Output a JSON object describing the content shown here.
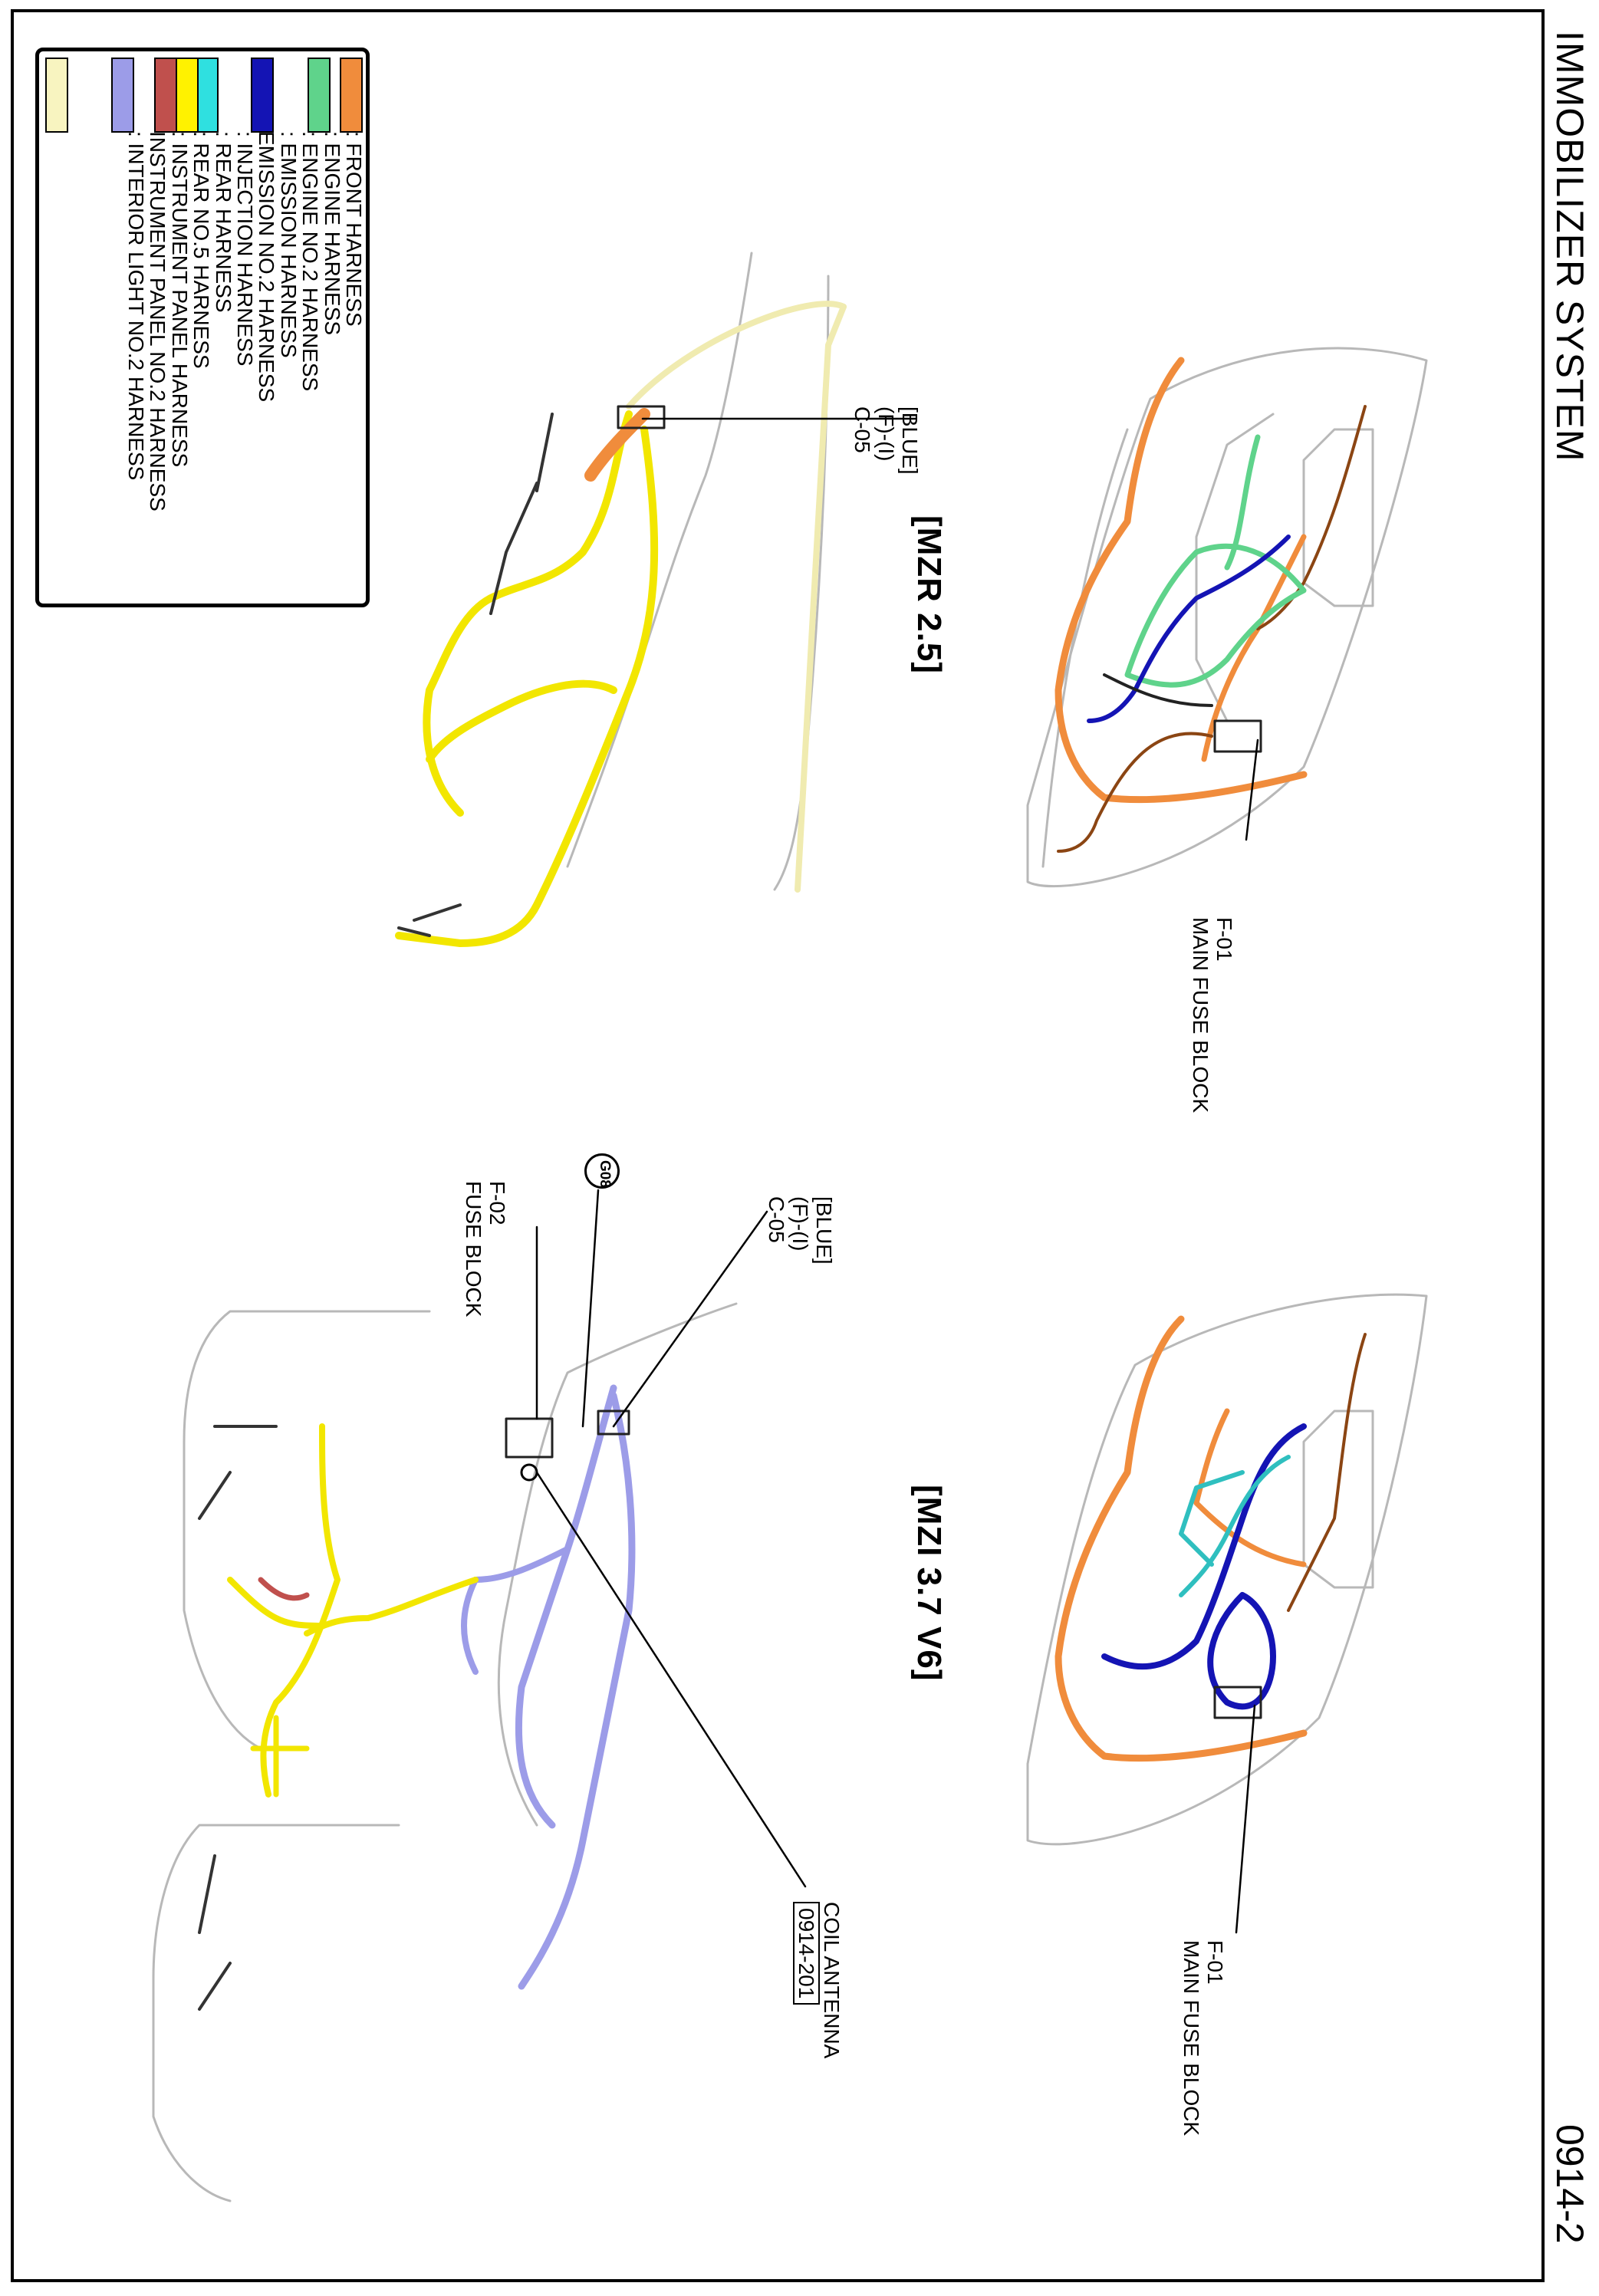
{
  "page": {
    "title": "IMMOBILIZER SYSTEM",
    "number": "0914-2"
  },
  "legend": {
    "items": [
      {
        "label": ": FRONT HARNESS",
        "color": "#F08C3C"
      },
      {
        "label": ": ENGINE HARNESS",
        "color": "#5FD38B"
      },
      {
        "label": ": ENGINE NO.2 HARNESS",
        "color": "#5FD38B"
      },
      {
        "label": ": EMISSION HARNESS",
        "color": "#1414B4"
      },
      {
        "label": "  EMISSION NO.2 HARNESS",
        "color": "#1414B4"
      },
      {
        "label": ": INJECTION HARNESS",
        "color": "#2FE0E0"
      },
      {
        "label": ": REAR HARNESS",
        "color": "#FFF200"
      },
      {
        "label": ": REAR NO.5 HARNESS",
        "color": "#C0504D"
      },
      {
        "label": ": INSTRUMENT PANEL HARNESS",
        "color": "#9C9CE8"
      },
      {
        "label": "  INSTRUMENT PANEL NO.2 HARNESS",
        "color": "#9C9CE8"
      },
      {
        "label": ": INTERIOR LIGHT NO.2 HARNESS",
        "color": "#F8F4C0"
      }
    ]
  },
  "variants": {
    "mzr": "[MZR 2.5]",
    "mzi": "[MZI 3.7 V6]"
  },
  "callouts": {
    "mzr_main_fuse": {
      "line1": "F-01",
      "line2": "MAIN FUSE BLOCK"
    },
    "mzr_connector": {
      "line1": "[BLUE]",
      "line2": "(F)-(I)",
      "line3": "C-05"
    },
    "mzi_main_fuse": {
      "line1": "F-01",
      "line2": "MAIN FUSE BLOCK"
    },
    "mzi_connector": {
      "line1": "[BLUE]",
      "line2": "(F)-(I)",
      "line3": "C-05"
    },
    "ground": "G08",
    "fuse_block": {
      "line1": "F-02",
      "line2": "FUSE BLOCK"
    },
    "coil_antenna": {
      "line1": "COIL ANTENNA",
      "ref": "0914-201"
    }
  },
  "colors": {
    "front": "#F08C3C",
    "engine": "#5FD38B",
    "emission": "#1414B4",
    "injection": "#2FBFBF",
    "rear": "#F2E600",
    "rear5": "#C0504D",
    "instrument": "#9C9CE8",
    "interior": "#F0EBB0",
    "outline": "#B8B8B8"
  }
}
